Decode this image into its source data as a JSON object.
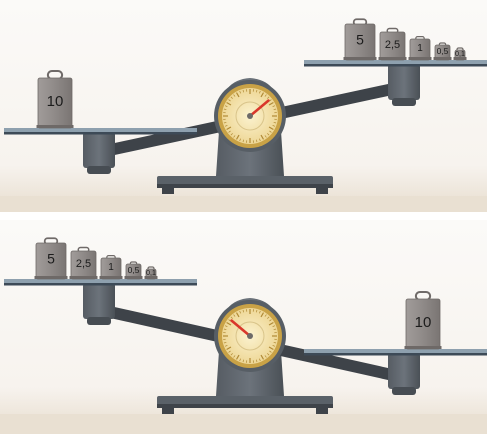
{
  "colors": {
    "panel_top": "#fbfaf8",
    "panel_bottom": "#efe8dd",
    "floor": "#e6dccd",
    "steel_dark": "#3e4349",
    "steel_mid": "#5f6870",
    "tray": "#8ea0ae",
    "tray_edge": "#3d4a57",
    "weight": "#8d8886",
    "weight_top": "#a9a4a2",
    "dial_face": "#f3e2a8",
    "dial_ring": "#c9a246",
    "needle": "#d9372b"
  },
  "scales": [
    {
      "name": "top-scale",
      "tilt": "left pan down",
      "left_pan": {
        "weights": [
          {
            "label": "10"
          }
        ]
      },
      "right_pan": {
        "weights": [
          {
            "label": "5"
          },
          {
            "label": "2,5"
          },
          {
            "label": "1"
          },
          {
            "label": "0,5"
          },
          {
            "label": "0,1"
          }
        ]
      },
      "needle_direction": "right"
    },
    {
      "name": "bottom-scale",
      "tilt": "right pan down",
      "left_pan": {
        "weights": [
          {
            "label": "5"
          },
          {
            "label": "2,5"
          },
          {
            "label": "1"
          },
          {
            "label": "0,5"
          },
          {
            "label": "0,1"
          }
        ]
      },
      "right_pan": {
        "weights": [
          {
            "label": "10"
          }
        ]
      },
      "needle_direction": "left"
    }
  ]
}
